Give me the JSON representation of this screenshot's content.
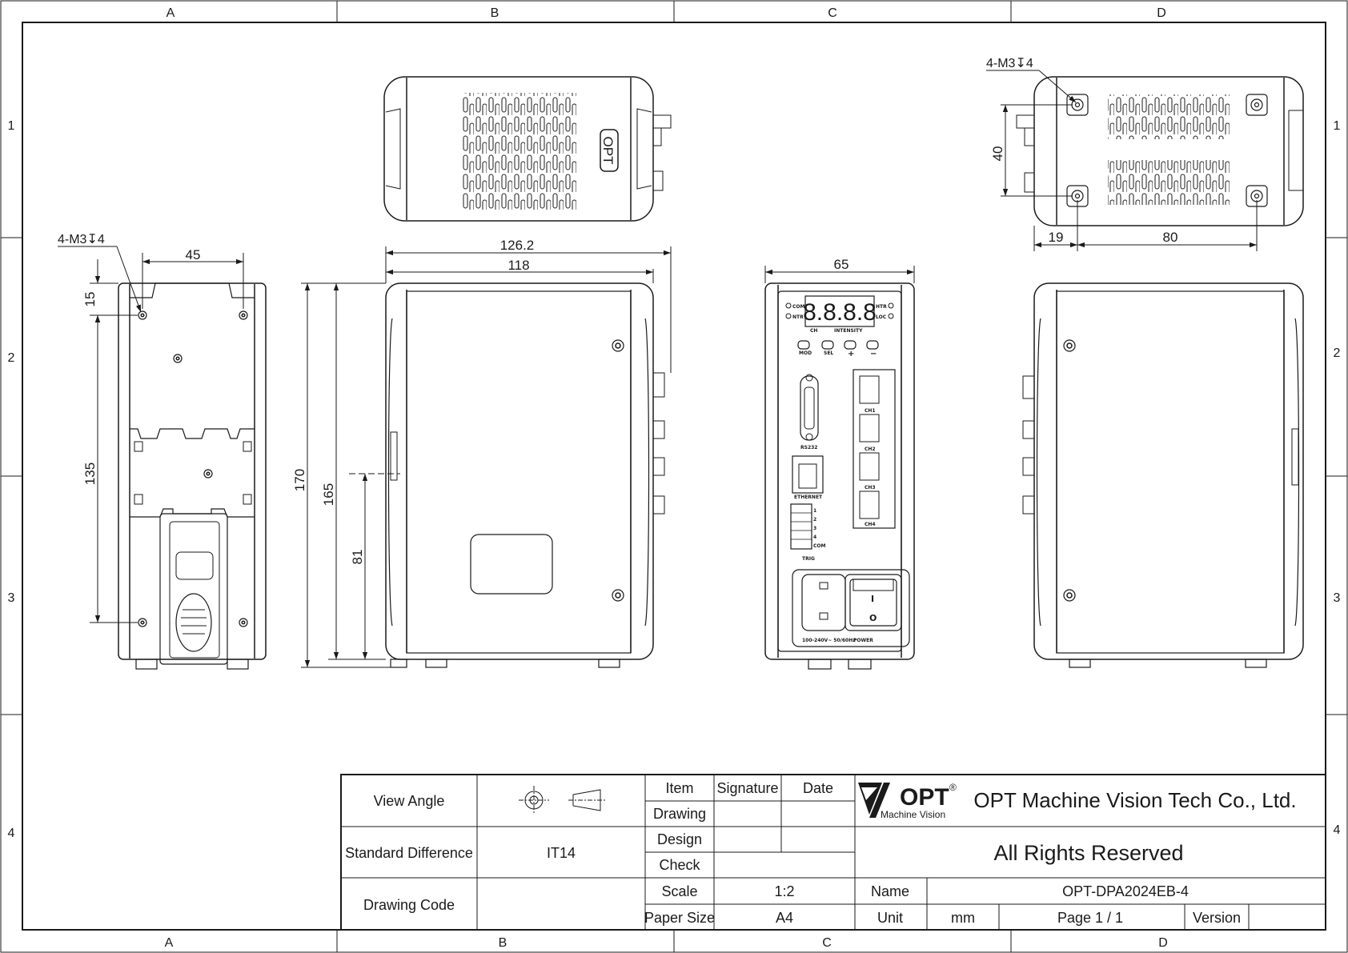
{
  "frame": {
    "columns": [
      "A",
      "B",
      "C",
      "D"
    ],
    "rows": [
      "1",
      "2",
      "3",
      "4"
    ]
  },
  "top_view": {
    "logo_text": "OPT"
  },
  "rear_view": {
    "hole_callout": "4-M3↧4",
    "dim_height": "40",
    "dim_offset": "19",
    "dim_spacing": "80"
  },
  "left_view": {
    "hole_callout": "4-M3↧4",
    "dim_width": "45",
    "dim_top": "15",
    "dim_span": "135"
  },
  "side_view": {
    "dim_overall": "126.2",
    "dim_body": "118",
    "dim_total_height": "170",
    "dim_body_height": "165",
    "dim_mid": "81"
  },
  "front_panel": {
    "dim_width": "65",
    "led_display": "8.8.8.8",
    "labels": {
      "com": "COM",
      "ntr": "NTR",
      "htr": "HTR",
      "loc": "LOC",
      "ch": "CH",
      "intensity": "INTENSITY",
      "mod": "MOD",
      "sel": "SEL",
      "plus": "+",
      "minus": "−",
      "rs232": "RS232",
      "ethernet": "ETHERNET",
      "trig": "TRIG",
      "trig_pins": [
        "1",
        "2",
        "3",
        "4",
        "COM"
      ],
      "channels": [
        "CH1",
        "CH2",
        "CH3",
        "CH4"
      ],
      "power_rating": "100-240V~ 50/60Hz",
      "power": "POWER",
      "switch_on": "I",
      "switch_off": "O"
    }
  },
  "title_block": {
    "view_angle_label": "View Angle",
    "standard_difference_label": "Standard Difference",
    "standard_difference_value": "IT14",
    "drawing_code_label": "Drawing Code",
    "drawing_code_value": "",
    "item_label": "Item",
    "signature_label": "Signature",
    "date_label": "Date",
    "drawing_label": "Drawing",
    "design_label": "Design",
    "check_label": "Check",
    "scale_label": "Scale",
    "scale_value": "1:2",
    "paper_size_label": "Paper Size",
    "paper_size_value": "A4",
    "logo_text": "OPT",
    "logo_subtitle": "Machine Vision",
    "logo_registered": "®",
    "company_name": "OPT Machine Vision Tech Co., Ltd.",
    "rights": "All Rights Reserved",
    "name_label": "Name",
    "name_value": "OPT-DPA2024EB-4",
    "unit_label": "Unit",
    "unit_value": "mm",
    "page_value": "Page  1 / 1",
    "version_label": "Version",
    "version_value": ""
  }
}
